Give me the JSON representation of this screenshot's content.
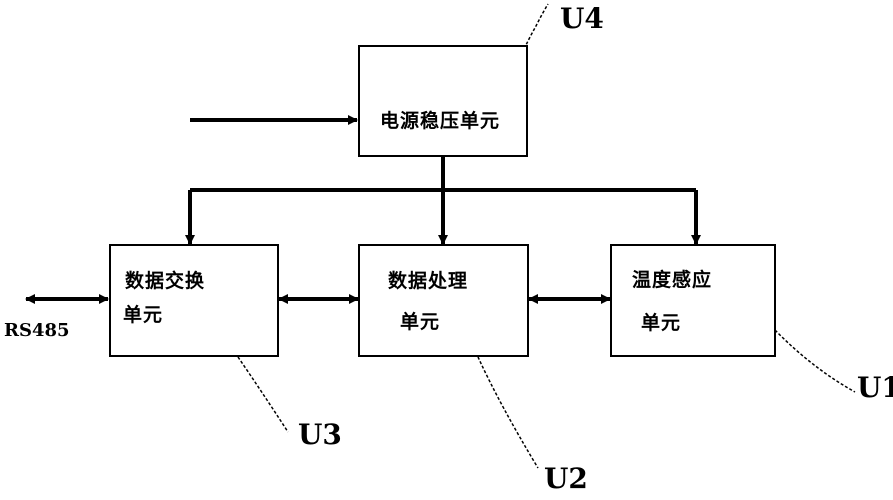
{
  "blocks": {
    "power": {
      "line1": "电源稳压单元"
    },
    "exchange": {
      "line1": "数据交换",
      "line2": "单元"
    },
    "processing": {
      "line1": "数据处理",
      "line2": "单元"
    },
    "sensing": {
      "line1": "温度感应",
      "line2": "单元"
    }
  },
  "tags": {
    "u1": "U1",
    "u2": "U2",
    "u3": "U3",
    "u4": "U4"
  },
  "external": {
    "rs485": "RS485"
  }
}
